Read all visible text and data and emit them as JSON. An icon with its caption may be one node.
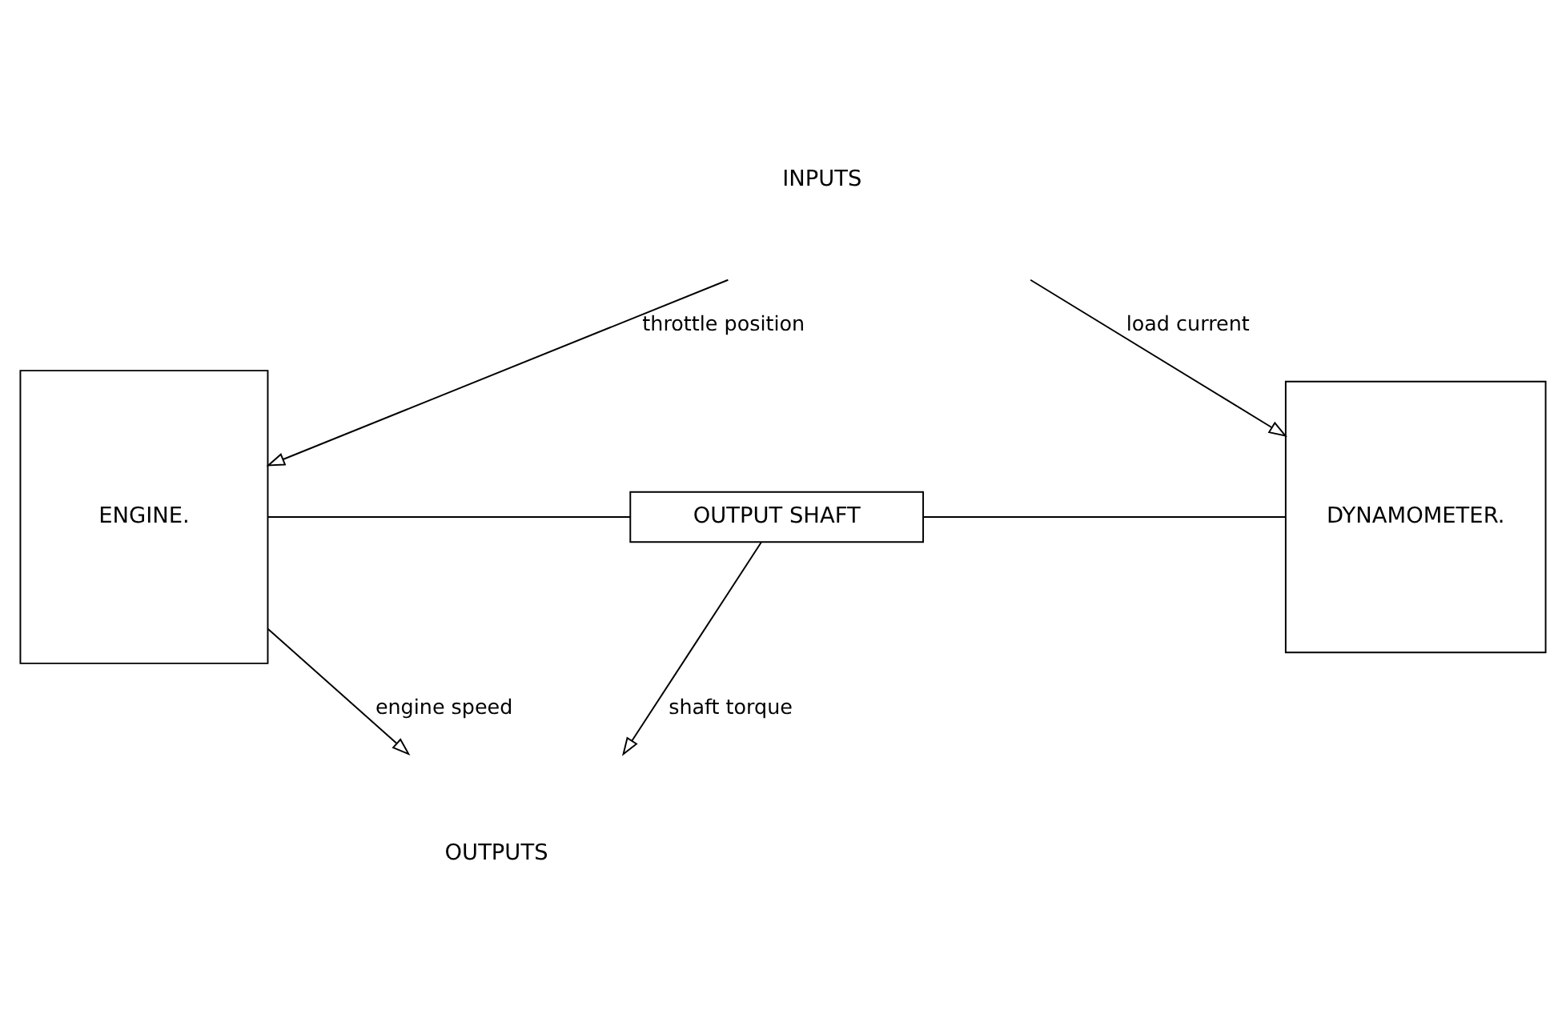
{
  "diagram": {
    "nodes": [
      {
        "text": [
          "ENGINE."
        ]
      },
      {
        "text": [
          "OUTPUT SHAFT"
        ]
      },
      {
        "text": [
          "DYNAMOMETER."
        ]
      }
    ],
    "edges": [
      {
        "from": null,
        "to": 0,
        "arrow": "to",
        "label": "throttle position"
      },
      {
        "from": null,
        "to": 2,
        "arrow": "to",
        "label": "load current"
      },
      {
        "from": 0,
        "to": 1,
        "arrow": "none"
      },
      {
        "from": 1,
        "to": 2,
        "arrow": "none"
      },
      {
        "from": 0,
        "to": null,
        "arrow": "to",
        "label": "engine speed"
      },
      {
        "from": 1,
        "to": null,
        "arrow": "to",
        "label": "shaft torque"
      }
    ],
    "labels": [
      "INPUTS",
      "OUTPUTS"
    ]
  }
}
